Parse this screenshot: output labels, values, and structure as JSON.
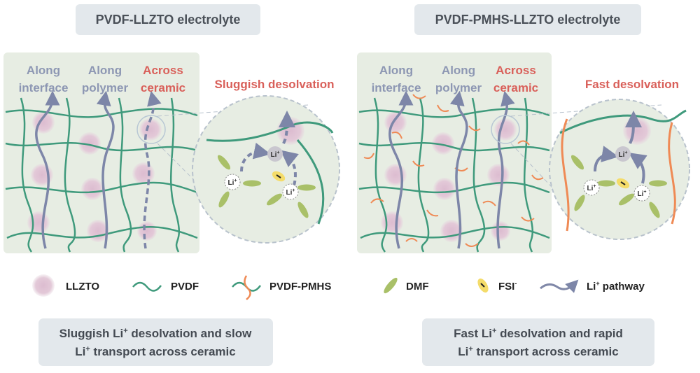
{
  "left": {
    "title": "PVDF-LLZTO electrolyte",
    "columns": [
      {
        "line1": "Along",
        "line2": "interface"
      },
      {
        "line1": "Along",
        "line2": "polymer"
      },
      {
        "line1": "Across",
        "line2": "ceramic"
      }
    ],
    "desolvation_label": "Sluggish desolvation",
    "caption": {
      "line1_pre": "Sluggish Li",
      "line1_sup": "+",
      "line1_post": " desolvation and slow",
      "line2_pre": "Li",
      "line2_sup": "+",
      "line2_post": " transport across ceramic"
    }
  },
  "right": {
    "title": "PVDF-PMHS-LLZTO electrolyte",
    "columns": [
      {
        "line1": "Along",
        "line2": "interface"
      },
      {
        "line1": "Along",
        "line2": "polymer"
      },
      {
        "line1": "Across",
        "line2": "ceramic"
      }
    ],
    "desolvation_label": "Fast desolvation",
    "caption": {
      "line1_pre": "Fast Li",
      "line1_sup": "+",
      "line1_post": " desolvation and rapid",
      "line2_pre": "Li",
      "line2_sup": "+",
      "line2_post": " transport across ceramic"
    }
  },
  "ion": {
    "base": "Li",
    "sup": "+"
  },
  "legend": [
    {
      "label": "LLZTO",
      "icon": "llzto-particle-icon"
    },
    {
      "label": "PVDF",
      "icon": "pvdf-chain-icon"
    },
    {
      "label": "PVDF-PMHS",
      "icon": "pvdf-pmhs-chain-icon"
    },
    {
      "label": "DMF",
      "icon": "dmf-molecule-icon"
    },
    {
      "label": "FSI",
      "sup": "-",
      "icon": "fsi-anion-icon"
    },
    {
      "label": "Li",
      "sup": "+",
      "post": " pathway",
      "icon": "li-pathway-arrow-icon"
    }
  ],
  "colors": {
    "pvdf": "#3f9a7c",
    "pmhs": "#ef8a55",
    "llzto": "#e2c6d6",
    "dmf": "#a9c068",
    "fsi": "#f4dc6a",
    "pathway": "#8088a8",
    "accent_red": "#d9605a",
    "panel": "#e7ede3",
    "box": "#e3e8ec"
  }
}
